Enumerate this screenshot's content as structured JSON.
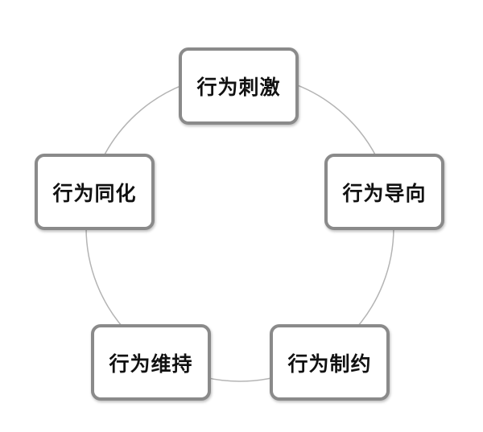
{
  "diagram": {
    "type": "cycle",
    "nodes": [
      {
        "label": "行为刺激"
      },
      {
        "label": "行为导向"
      },
      {
        "label": "行为制约"
      },
      {
        "label": "行为维持"
      },
      {
        "label": "行为同化"
      }
    ],
    "colors": {
      "ring": "#b4b4b4",
      "node_border": "#8a8a8a",
      "node_fill": "#ffffff",
      "text": "#111111"
    }
  }
}
